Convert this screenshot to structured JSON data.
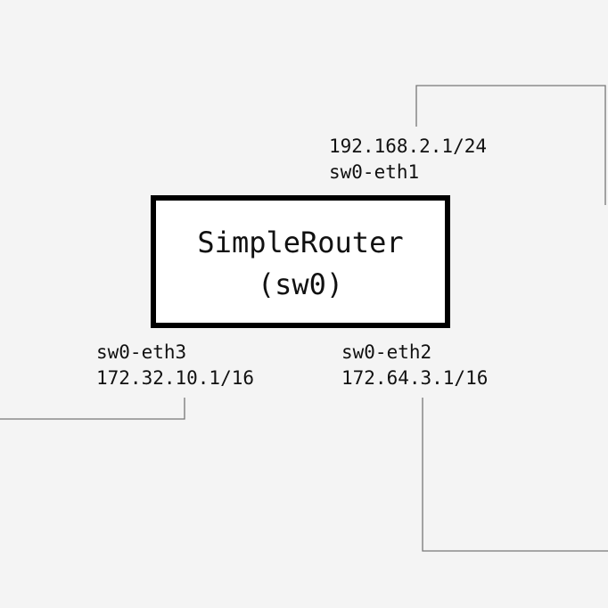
{
  "router": {
    "name": "SimpleRouter",
    "id": "(sw0)"
  },
  "ports": {
    "eth1": {
      "ip": "192.168.2.1/24",
      "iface": "sw0-eth1"
    },
    "eth2": {
      "iface": "sw0-eth2",
      "ip": "172.64.3.1/16"
    },
    "eth3": {
      "iface": "sw0-eth3",
      "ip": "172.32.10.1/16"
    }
  },
  "colors": {
    "background": "#f4f4f4",
    "box_border": "#000000",
    "wire": "#777777"
  }
}
